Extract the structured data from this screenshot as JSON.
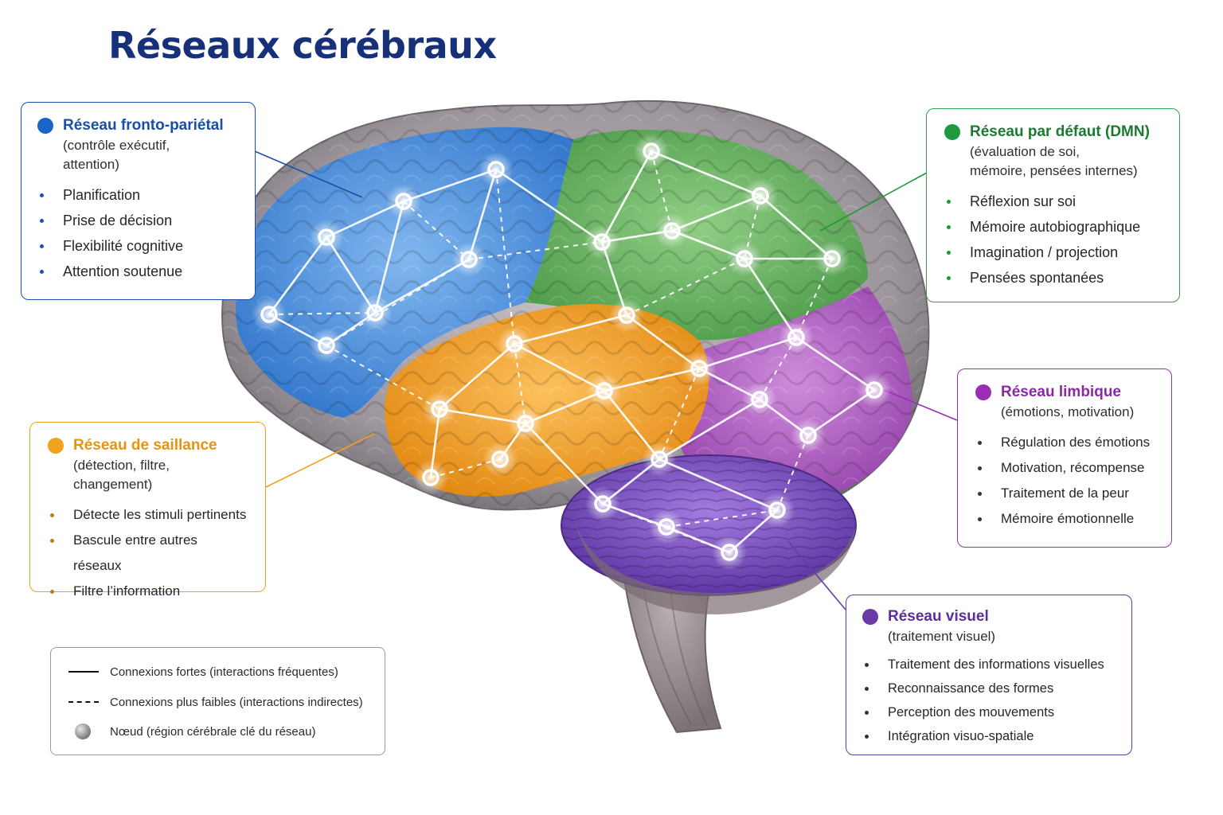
{
  "title": "Réseaux cérébraux",
  "colors": {
    "fronto": "#1a63c8",
    "dmn": "#1e9a3c",
    "saillance": "#f0a21e",
    "limbique": "#9b2fb3",
    "visuel": "#6a3aa6"
  },
  "networks": {
    "fronto": {
      "name": "Réseau fronto-pariétal",
      "sub": [
        "(contrôle exécutif,",
        "attention)"
      ],
      "items": [
        "Planification",
        "Prise de décision",
        "Flexibilité cognitive",
        "Attention soutenue"
      ]
    },
    "dmn": {
      "name": "Réseau par défaut (DMN)",
      "sub": [
        "(évaluation de soi,",
        "mémoire, pensées internes)"
      ],
      "items": [
        "Réflexion sur soi",
        "Mémoire autobiographique",
        "Imagination / projection",
        "Pensées spontanées"
      ]
    },
    "saillance": {
      "name": "Réseau de saillance",
      "sub": [
        "(détection, filtre,",
        "changement)"
      ],
      "items": [
        "Détecte les stimuli pertinents",
        "Bascule entre autres réseaux",
        "Filtre l’information"
      ]
    },
    "limbique": {
      "name": "Réseau limbique",
      "sub": [
        "(émotions, motivation)"
      ],
      "items": [
        "Régulation des émotions",
        "Motivation, récompense",
        "Traitement de la peur",
        "Mémoire émotionnelle"
      ]
    },
    "visuel": {
      "name": "Réseau visuel",
      "sub": [
        "(traitement visuel)"
      ],
      "items": [
        "Traitement des informations visuelles",
        "Reconnaissance des formes",
        "Perception des mouvements",
        "Intégration visuo-spatiale"
      ]
    }
  },
  "legend": {
    "strong": "Connexions fortes (interactions fréquentes)",
    "weak": "Connexions plus faibles (interactions indirectes)",
    "node": "Nœud (région cérébrale clé du réseau)"
  }
}
